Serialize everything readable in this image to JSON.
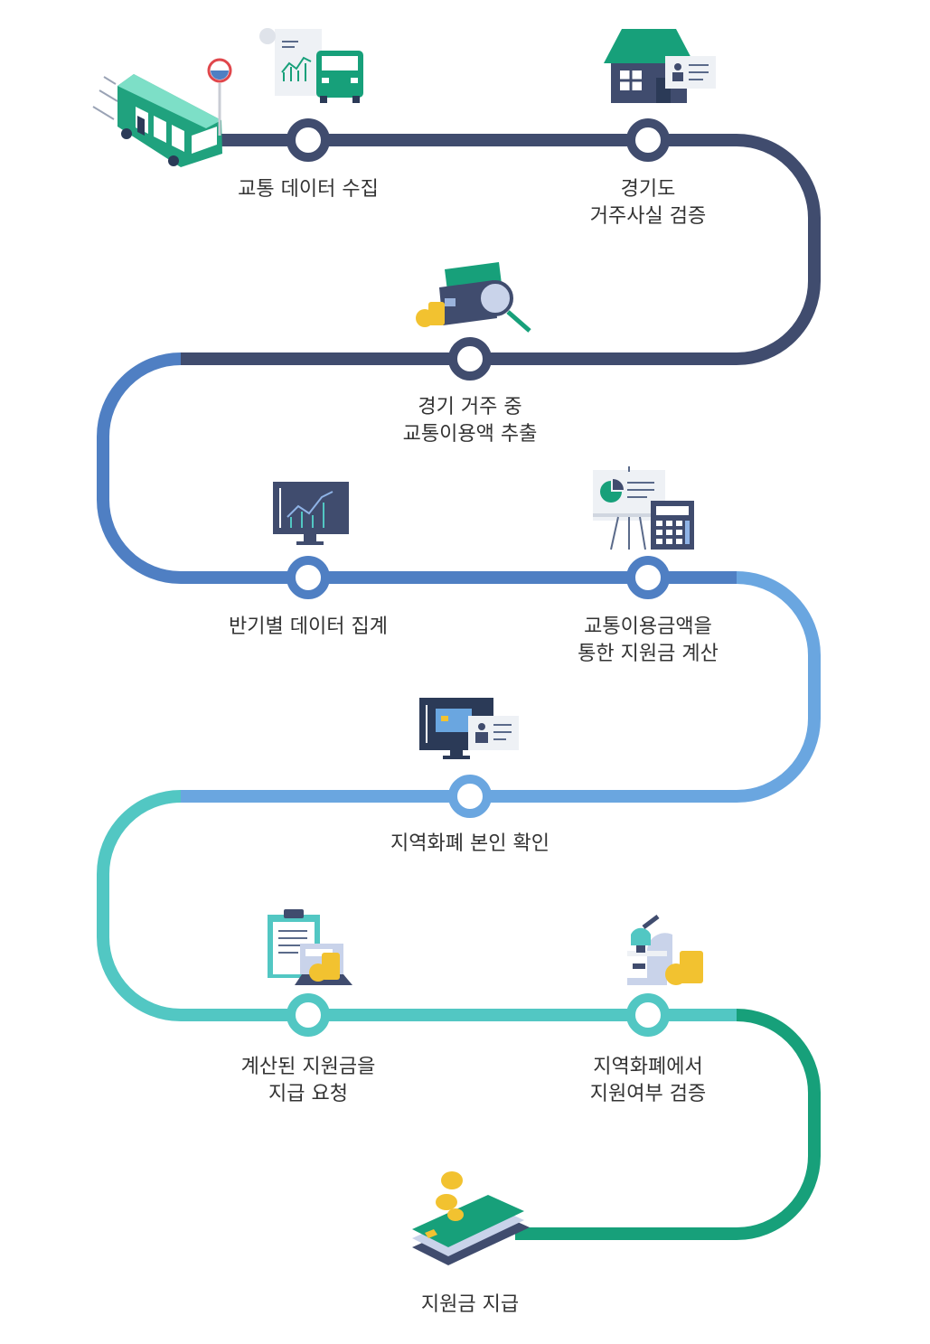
{
  "palette": {
    "navy": "#404c6e",
    "blue": "#4f7fc3",
    "light_blue": "#6aa6e0",
    "teal": "#52c7c3",
    "green": "#17a07a",
    "ring_fill": "#ffffff"
  },
  "steps": [
    {
      "line1": "교통 데이터 수집",
      "line2": "",
      "icon": "bus-data-collection-icon"
    },
    {
      "line1": "경기도",
      "line2": "거주사실 검증",
      "icon": "house-residence-check-icon"
    },
    {
      "line1": "경기 거주 중",
      "line2": "교통이용액 추출",
      "icon": "card-magnifier-icon"
    },
    {
      "line1": "반기별 데이터 집계",
      "line2": "",
      "icon": "monitor-chart-icon"
    },
    {
      "line1": "교통이용금액을",
      "line2": "통한 지원금 계산",
      "icon": "board-calculator-icon"
    },
    {
      "line1": "지역화폐 본인 확인",
      "line2": "",
      "icon": "monitor-id-card-icon"
    },
    {
      "line1": "계산된 지원금을",
      "line2": "지급 요청",
      "icon": "clipboard-coins-icon"
    },
    {
      "line1": "지역화폐에서",
      "line2": "지원여부 검증",
      "icon": "microscope-coins-icon"
    },
    {
      "line1": "지원금 지급",
      "line2": "",
      "icon": "card-coins-payment-icon"
    }
  ]
}
